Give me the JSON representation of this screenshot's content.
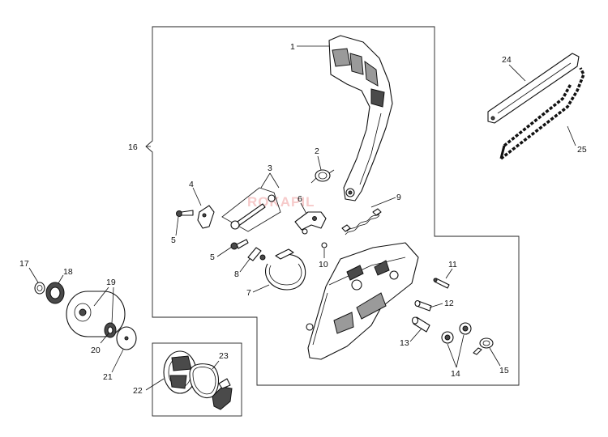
{
  "watermark": "ROKAPIL",
  "callouts": {
    "c1": "1",
    "c2": "2",
    "c3": "3",
    "c4": "4",
    "c5a": "5",
    "c5b": "5",
    "c6": "6",
    "c7": "7",
    "c8": "8",
    "c9": "9",
    "c10": "10",
    "c11": "11",
    "c12": "12",
    "c13": "13",
    "c14": "14",
    "c15": "15",
    "c16": "16",
    "c17": "17",
    "c18": "18",
    "c19": "19",
    "c20": "20",
    "c21": "21",
    "c22": "22",
    "c23": "23",
    "c24": "24",
    "c25": "25"
  }
}
